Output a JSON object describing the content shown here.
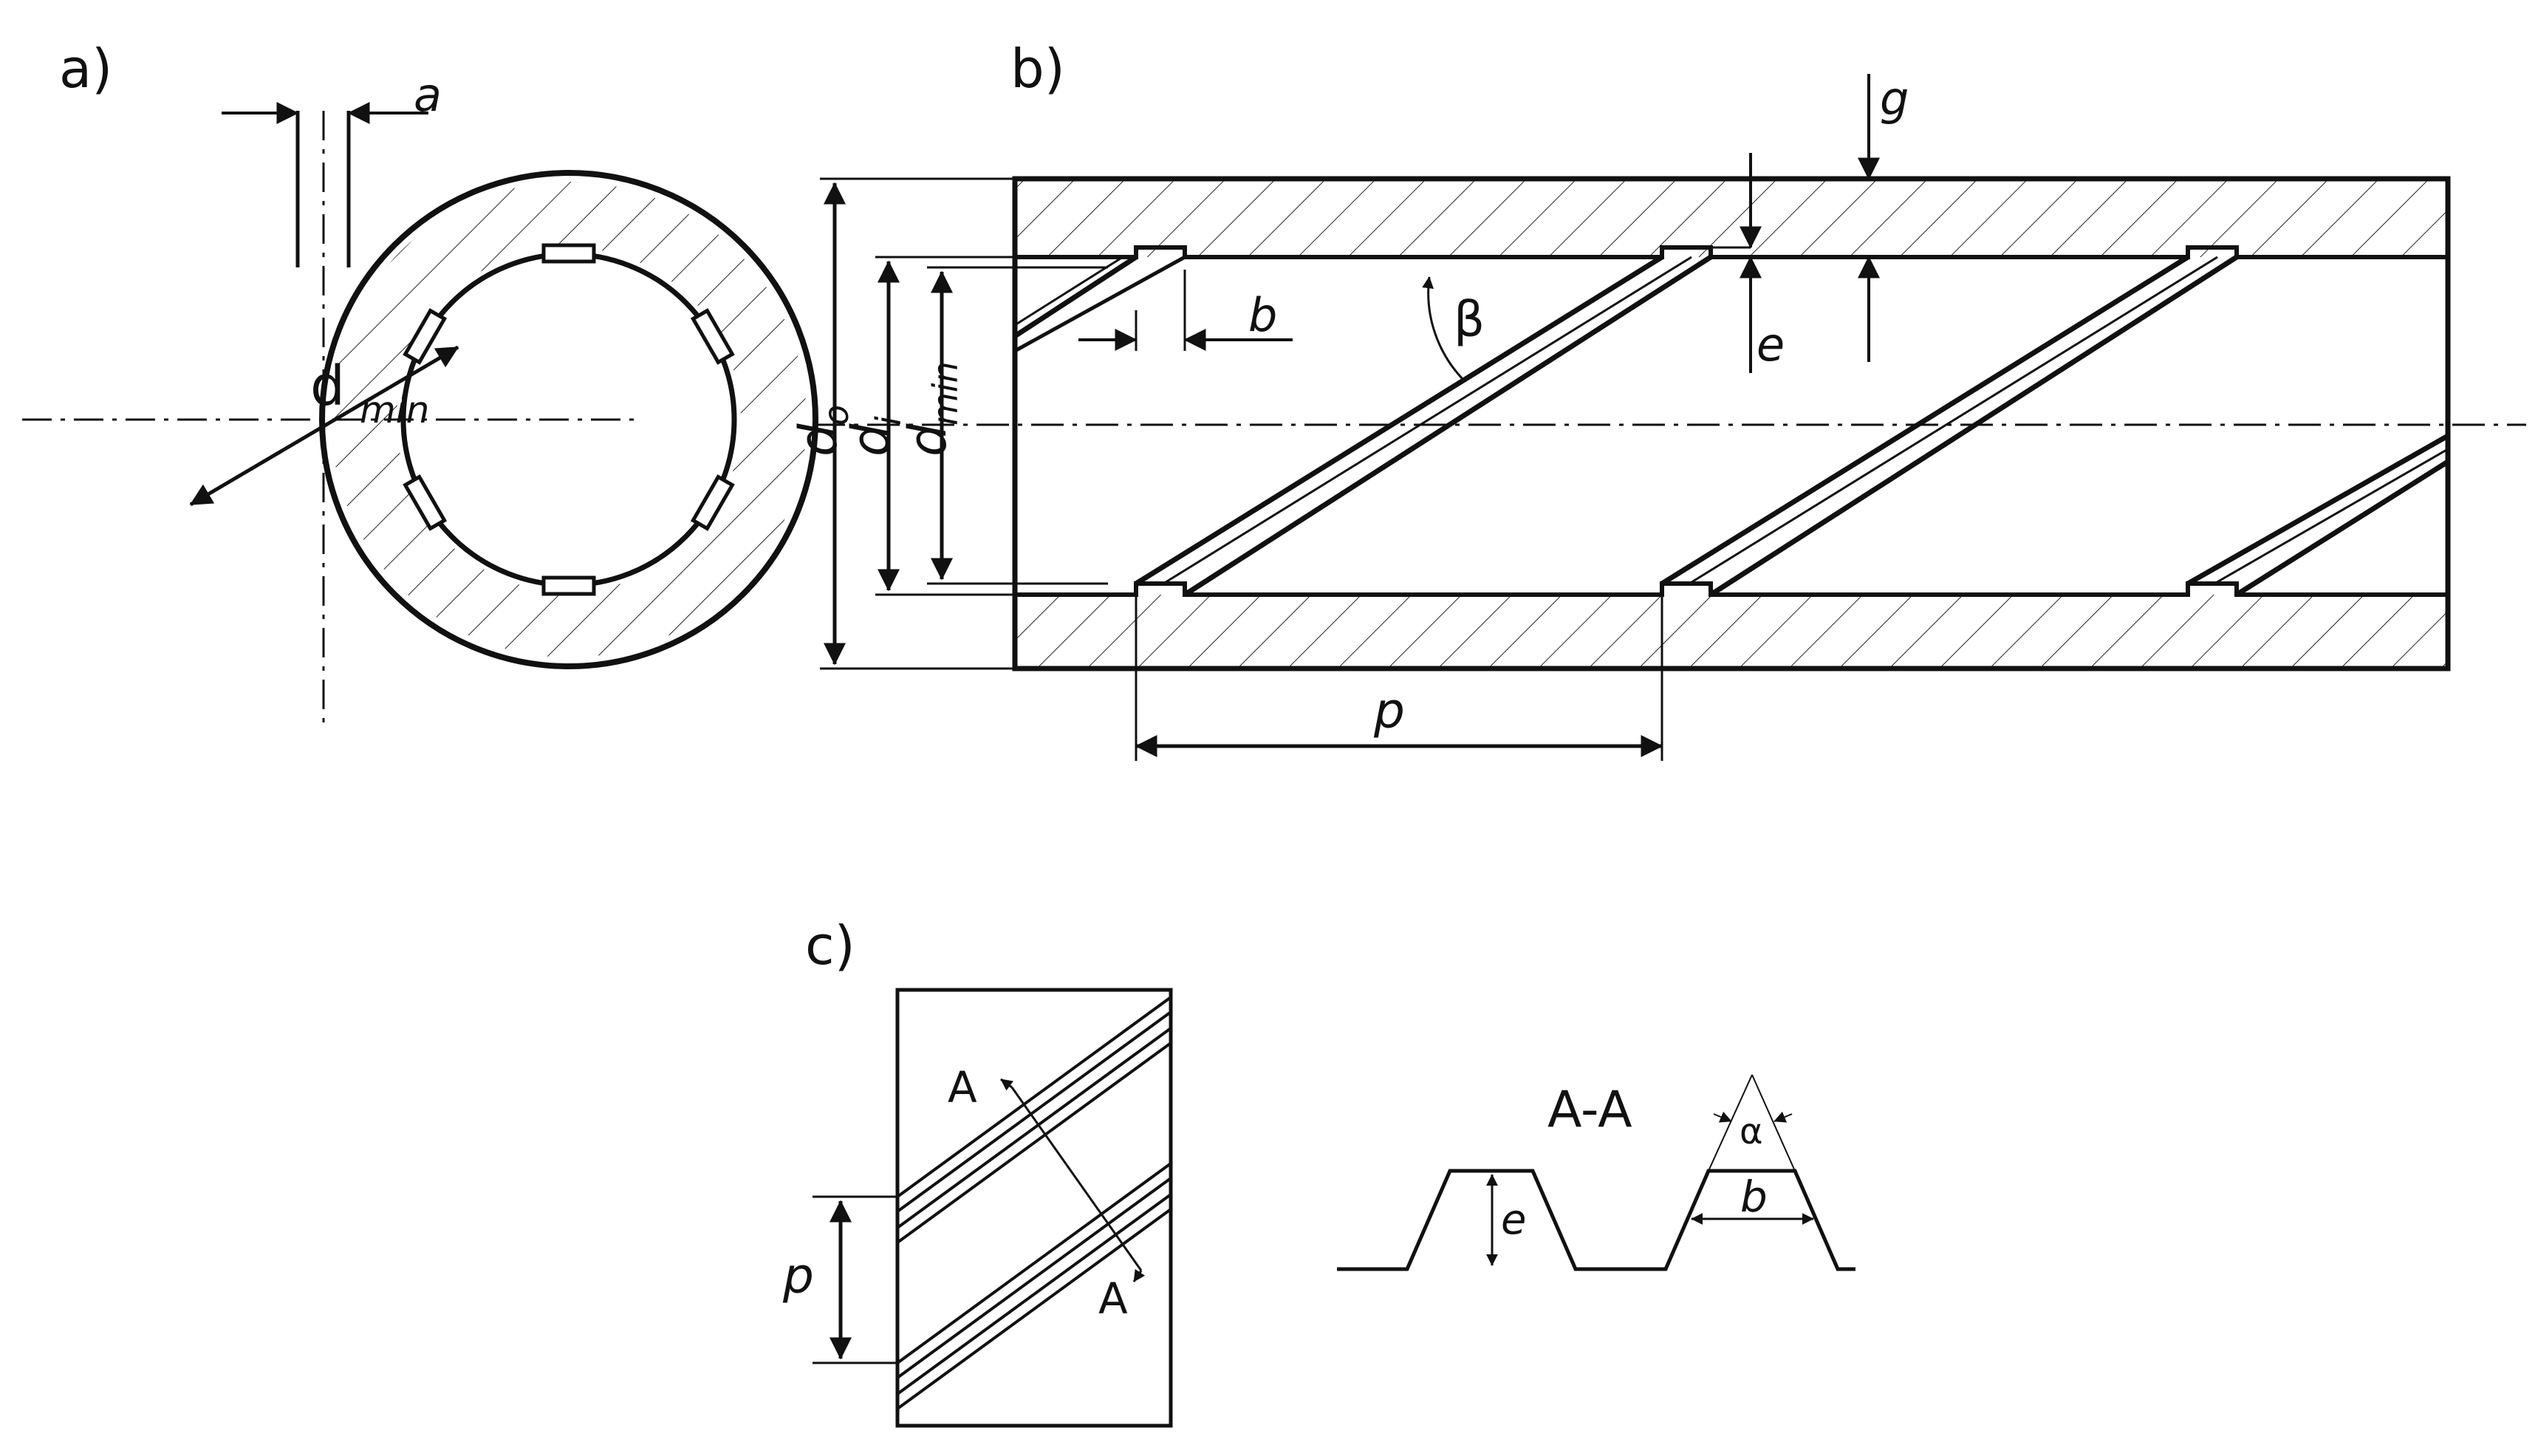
{
  "figure": {
    "panel_labels": [
      "a)",
      "b)",
      "c)"
    ],
    "colors": {
      "ink": "#111111",
      "hatch": "#222222",
      "background": "#ffffff"
    }
  },
  "panel_a": {
    "a": "a",
    "d": "d",
    "min": "min"
  },
  "panel_b": {
    "g": "g",
    "b": "b",
    "beta": "β",
    "e": "e",
    "p": "p",
    "d_o_main": "d",
    "d_o_sub": "o",
    "d_i_main": "d",
    "d_i_sub": "i",
    "d_min_main": "d",
    "d_min_sub": "min"
  },
  "panel_c": {
    "section_a_top": "A",
    "section_a_bottom": "A",
    "p": "p",
    "section_title": "A-A",
    "alpha": "α",
    "b": "b",
    "e": "e"
  }
}
